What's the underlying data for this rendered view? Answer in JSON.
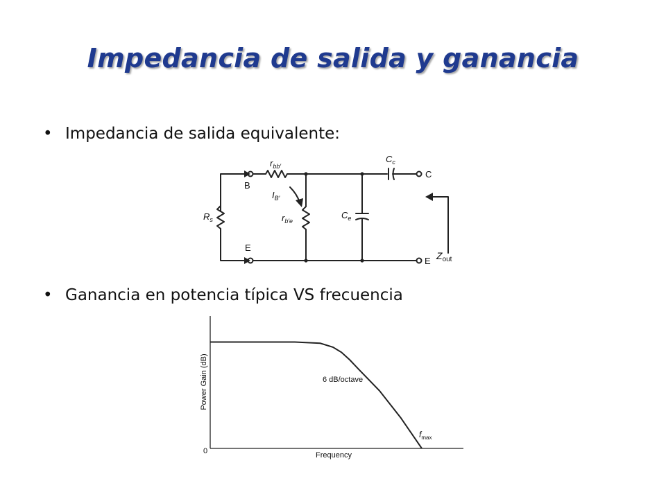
{
  "slide": {
    "title": "Impedancia de salida y ganancia",
    "bullet_symbol": "•",
    "bullets": [
      "Impedancia de salida equivalente:",
      "Ganancia en potencia típica VS frecuencia"
    ]
  },
  "circuit": {
    "labels": {
      "rbb_base": "r",
      "rbb_sub": "bb′",
      "cc_base": "C",
      "cc_sub": "c",
      "node_b": "B",
      "node_c": "C",
      "node_e_left": "E",
      "node_e_right": "E",
      "ib_base": "I",
      "ib_sub": "B′",
      "rs_base": "R",
      "rs_sub": "s",
      "rbe_base": "r",
      "rbe_sub": "b′e",
      "ce_base": "C",
      "ce_sub": "e",
      "zout_base": "Z",
      "zout_sub": "out"
    }
  },
  "chart_data": {
    "type": "line",
    "title": "",
    "xlabel": "Frequency",
    "ylabel": "Power Gain (dB)",
    "origin_label": "0",
    "annotations": [
      {
        "text": "6 dB/octave"
      },
      {
        "text": "f",
        "sub": "max"
      }
    ],
    "series": [
      {
        "x": [
          0,
          0.1,
          0.2,
          0.3,
          0.4,
          0.52,
          0.58,
          0.62,
          0.66,
          0.7,
          0.8,
          0.9,
          1.0
        ],
        "y": [
          0.83,
          0.83,
          0.83,
          0.83,
          0.83,
          0.82,
          0.79,
          0.75,
          0.69,
          0.62,
          0.45,
          0.24,
          0.0
        ]
      }
    ]
  }
}
